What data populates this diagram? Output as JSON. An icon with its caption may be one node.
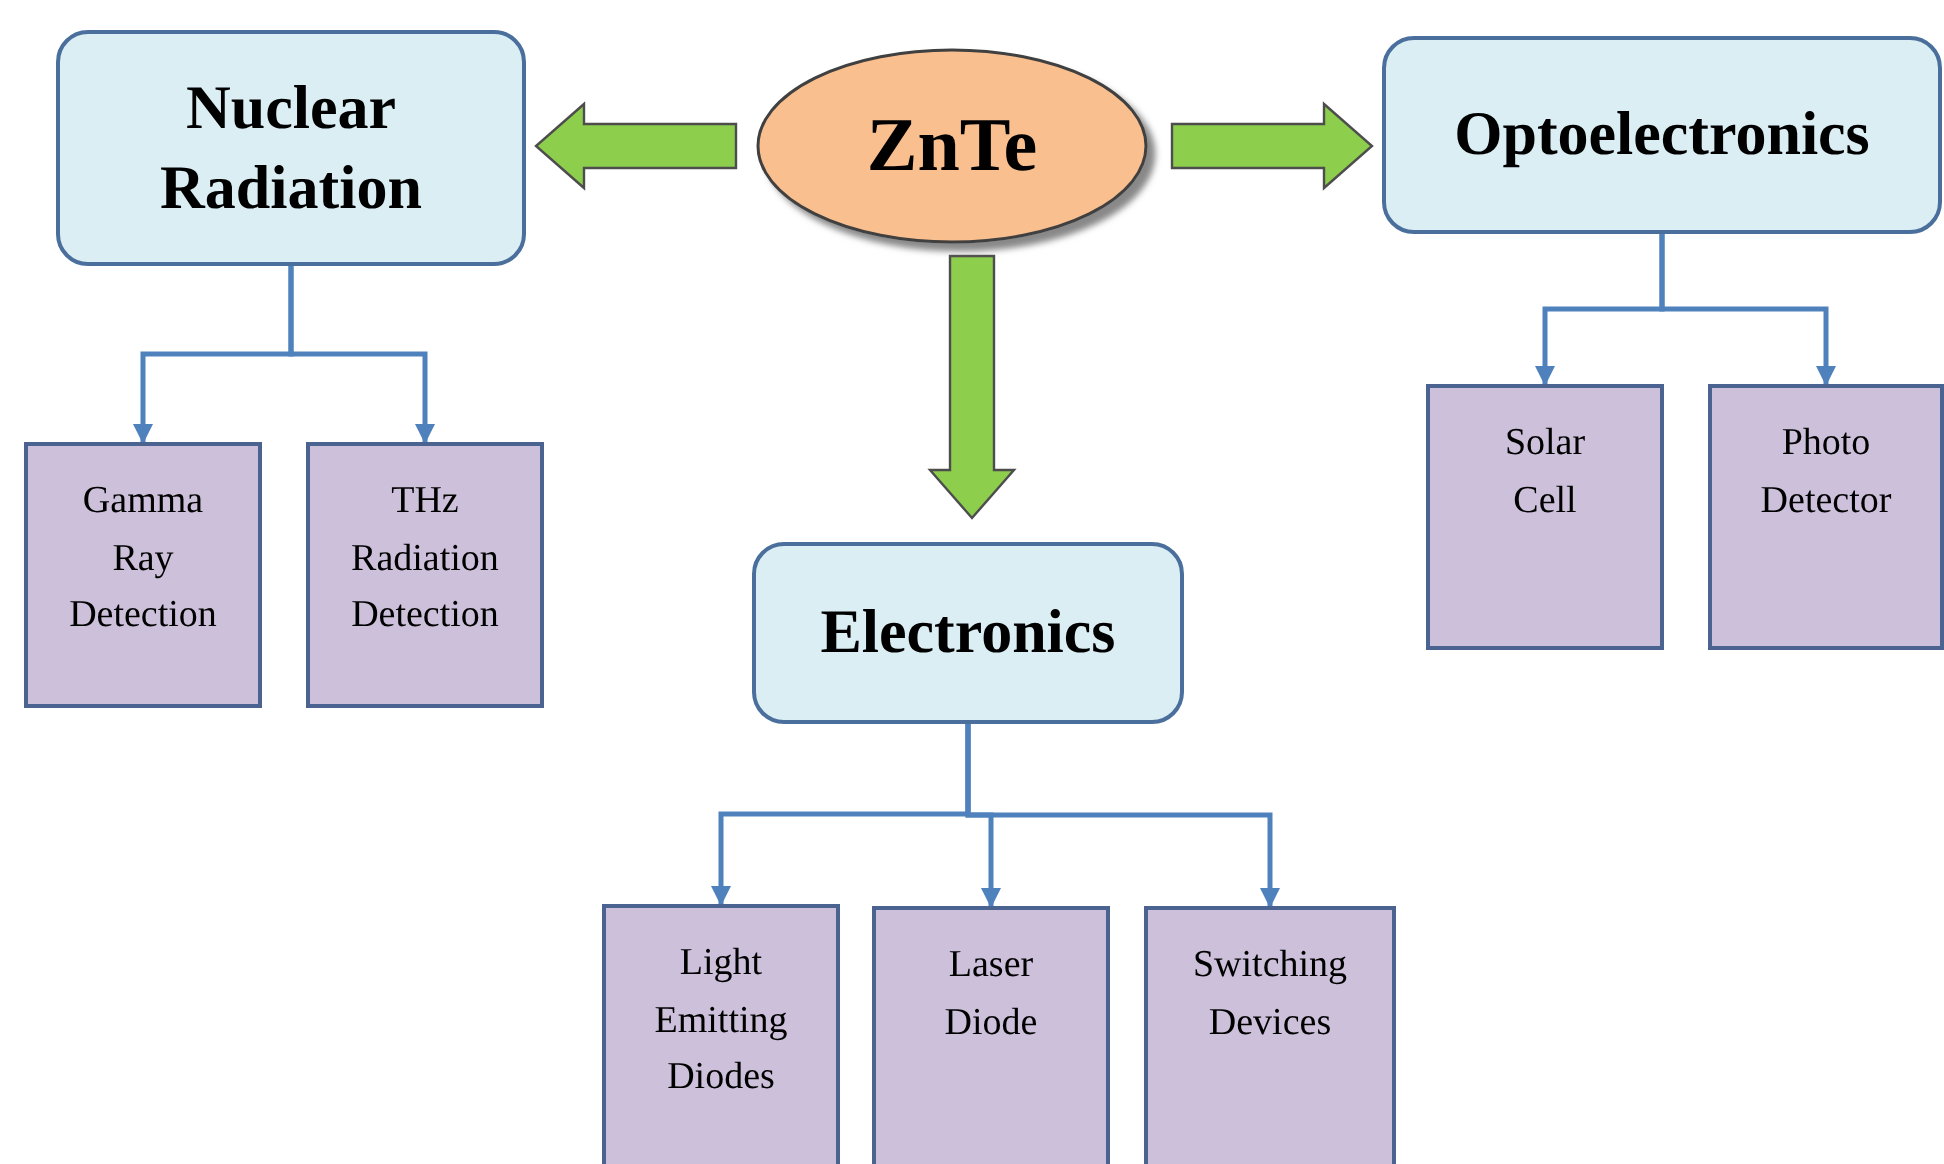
{
  "diagram": {
    "nodes": [
      {
        "text": [
          "ZnTe"
        ]
      },
      {
        "text": [
          "Nuclear Radiation"
        ]
      },
      {
        "text": [
          "Optoelectronics"
        ]
      },
      {
        "text": [
          "Electronics"
        ]
      },
      {
        "text": [
          "Gamma Ray Detection"
        ]
      },
      {
        "text": [
          "THz Radiation Detection"
        ]
      },
      {
        "text": [
          "Solar Cell"
        ]
      },
      {
        "text": [
          "Photo Detector"
        ]
      },
      {
        "text": [
          "Light Emitting Diodes"
        ]
      },
      {
        "text": [
          "Laser Diode"
        ]
      },
      {
        "text": [
          "Switching Devices"
        ]
      }
    ],
    "edges": [
      {
        "from": 0,
        "to": 1,
        "arrow": "to",
        "style": "thick",
        "color": "#8dce4c"
      },
      {
        "from": 0,
        "to": 2,
        "arrow": "to",
        "style": "thick",
        "color": "#8dce4c"
      },
      {
        "from": 0,
        "to": 3,
        "arrow": "to",
        "style": "thick",
        "color": "#8dce4c"
      },
      {
        "from": 1,
        "to": 4,
        "arrow": "to"
      },
      {
        "from": 1,
        "to": 5,
        "arrow": "to"
      },
      {
        "from": 2,
        "to": 6,
        "arrow": "to"
      },
      {
        "from": 2,
        "to": 7,
        "arrow": "to"
      },
      {
        "from": 3,
        "to": 8,
        "arrow": "to"
      },
      {
        "from": 3,
        "to": 9,
        "arrow": "to"
      },
      {
        "from": 3,
        "to": 10,
        "arrow": "to"
      }
    ]
  }
}
